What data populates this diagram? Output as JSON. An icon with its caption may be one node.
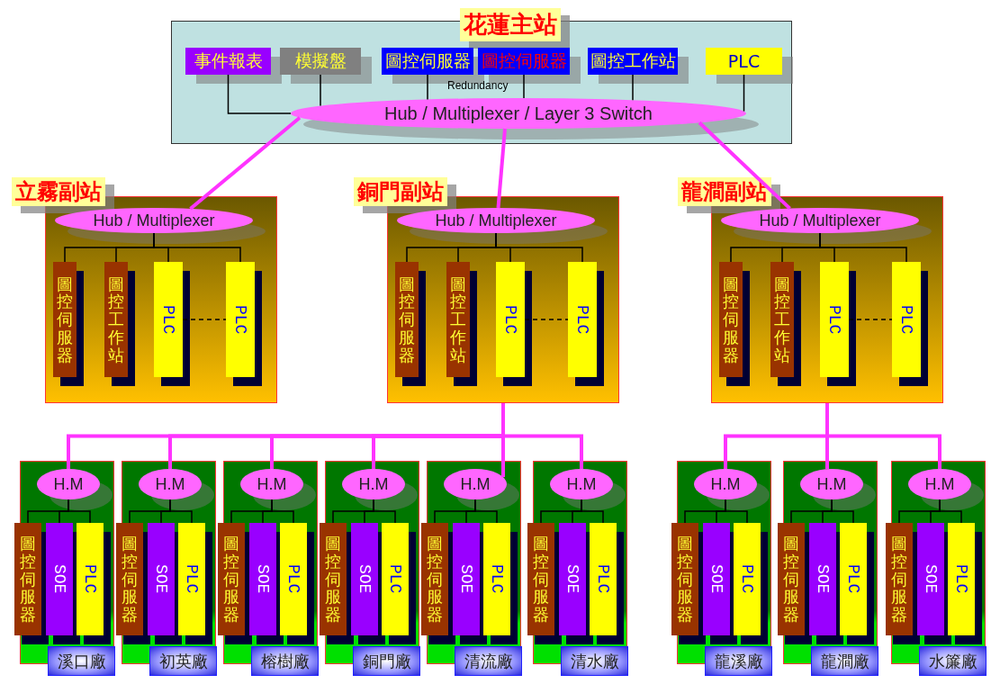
{
  "diagram": {
    "nodes": [
      {
        "text": [
          "花蓮主站"
        ]
      },
      {
        "text": [
          "事件報表"
        ],
        "in": 0
      },
      {
        "text": [
          "模擬盤"
        ],
        "in": 0
      },
      {
        "text": [
          "圖控伺服器"
        ],
        "in": 0
      },
      {
        "text": [
          "圖控伺服器"
        ],
        "in": 0
      },
      {
        "text": [
          "圖控工作站"
        ],
        "in": 0
      },
      {
        "text": [
          "PLC"
        ],
        "in": 0
      },
      {
        "text": [
          "Hub / Multiplexer / Layer 3 Switch"
        ],
        "in": 0
      },
      {
        "text": [
          "立霧副站"
        ]
      },
      {
        "text": [
          "Hub / Multiplexer"
        ],
        "in": 8
      },
      {
        "text": [
          "圖控伺服器"
        ],
        "in": 8
      },
      {
        "text": [
          "圖控工作站"
        ],
        "in": 8
      },
      {
        "text": [
          "PLC"
        ],
        "in": 8
      },
      {
        "text": [
          "PLC"
        ],
        "in": 8
      },
      {
        "text": [
          "銅門副站"
        ]
      },
      {
        "text": [
          "Hub / Multiplexer"
        ],
        "in": 14
      },
      {
        "text": [
          "圖控伺服器"
        ],
        "in": 14
      },
      {
        "text": [
          "圖控工作站"
        ],
        "in": 14
      },
      {
        "text": [
          "PLC"
        ],
        "in": 14
      },
      {
        "text": [
          "PLC"
        ],
        "in": 14
      },
      {
        "text": [
          "龍澗副站"
        ]
      },
      {
        "text": [
          "Hub / Multiplexer"
        ],
        "in": 20
      },
      {
        "text": [
          "圖控伺服器"
        ],
        "in": 20
      },
      {
        "text": [
          "圖控工作站"
        ],
        "in": 20
      },
      {
        "text": [
          "PLC"
        ],
        "in": 20
      },
      {
        "text": [
          "PLC"
        ],
        "in": 20
      },
      {
        "text": [
          "溪口廠"
        ]
      },
      {
        "text": [
          "H.M"
        ],
        "in": 26
      },
      {
        "text": [
          "圖控伺服器"
        ],
        "in": 26
      },
      {
        "text": [
          "SOE"
        ],
        "in": 26
      },
      {
        "text": [
          "PLC"
        ],
        "in": 26
      },
      {
        "text": [
          "初英廠"
        ]
      },
      {
        "text": [
          "H.M"
        ],
        "in": 31
      },
      {
        "text": [
          "圖控伺服器"
        ],
        "in": 31
      },
      {
        "text": [
          "SOE"
        ],
        "in": 31
      },
      {
        "text": [
          "PLC"
        ],
        "in": 31
      },
      {
        "text": [
          "榕樹廠"
        ]
      },
      {
        "text": [
          "H.M"
        ],
        "in": 36
      },
      {
        "text": [
          "圖控伺服器"
        ],
        "in": 36
      },
      {
        "text": [
          "SOE"
        ],
        "in": 36
      },
      {
        "text": [
          "PLC"
        ],
        "in": 36
      },
      {
        "text": [
          "銅門廠"
        ]
      },
      {
        "text": [
          "H.M"
        ],
        "in": 41
      },
      {
        "text": [
          "圖控伺服器"
        ],
        "in": 41
      },
      {
        "text": [
          "SOE"
        ],
        "in": 41
      },
      {
        "text": [
          "PLC"
        ],
        "in": 41
      },
      {
        "text": [
          "清流廠"
        ]
      },
      {
        "text": [
          "H.M"
        ],
        "in": 46
      },
      {
        "text": [
          "圖控伺服器"
        ],
        "in": 46
      },
      {
        "text": [
          "SOE"
        ],
        "in": 46
      },
      {
        "text": [
          "PLC"
        ],
        "in": 46
      },
      {
        "text": [
          "清水廠"
        ]
      },
      {
        "text": [
          "H.M"
        ],
        "in": 51
      },
      {
        "text": [
          "圖控伺服器"
        ],
        "in": 51
      },
      {
        "text": [
          "SOE"
        ],
        "in": 51
      },
      {
        "text": [
          "PLC"
        ],
        "in": 51
      },
      {
        "text": [
          "龍溪廠"
        ]
      },
      {
        "text": [
          "H.M"
        ],
        "in": 56
      },
      {
        "text": [
          "圖控伺服器"
        ],
        "in": 56
      },
      {
        "text": [
          "SOE"
        ],
        "in": 56
      },
      {
        "text": [
          "PLC"
        ],
        "in": 56
      },
      {
        "text": [
          "龍澗廠"
        ]
      },
      {
        "text": [
          "H.M"
        ],
        "in": 61
      },
      {
        "text": [
          "圖控伺服器"
        ],
        "in": 61
      },
      {
        "text": [
          "SOE"
        ],
        "in": 61
      },
      {
        "text": [
          "PLC"
        ],
        "in": 61
      },
      {
        "text": [
          "水簾廠"
        ]
      },
      {
        "text": [
          "H.M"
        ],
        "in": 66
      },
      {
        "text": [
          "圖控伺服器"
        ],
        "in": 66
      },
      {
        "text": [
          "SOE"
        ],
        "in": 66
      },
      {
        "text": [
          "PLC"
        ],
        "in": 66
      }
    ],
    "edges": [
      {
        "from": 1,
        "to": 7,
        "arrow": "none"
      },
      {
        "from": 2,
        "to": 7,
        "arrow": "none"
      },
      {
        "from": 3,
        "to": 7,
        "arrow": "none"
      },
      {
        "from": 4,
        "to": 7,
        "arrow": "none"
      },
      {
        "from": 5,
        "to": 7,
        "arrow": "none"
      },
      {
        "from": 6,
        "to": 7,
        "arrow": "none"
      },
      {
        "from": 7,
        "to": 9,
        "arrow": "none",
        "style": "thick",
        "color": "#ff33ff"
      },
      {
        "from": 7,
        "to": 15,
        "arrow": "none",
        "style": "thick",
        "color": "#ff33ff"
      },
      {
        "from": 7,
        "to": 21,
        "arrow": "none",
        "style": "thick",
        "color": "#ff33ff"
      },
      {
        "from": 9,
        "to": 10,
        "arrow": "none"
      },
      {
        "from": 9,
        "to": 11,
        "arrow": "none"
      },
      {
        "from": 9,
        "to": 12,
        "arrow": "none"
      },
      {
        "from": 9,
        "to": 13,
        "arrow": "none"
      },
      {
        "from": 12,
        "to": 13,
        "arrow": "none",
        "style": "dashed"
      },
      {
        "from": 15,
        "to": 16,
        "arrow": "none"
      },
      {
        "from": 15,
        "to": 17,
        "arrow": "none"
      },
      {
        "from": 15,
        "to": 18,
        "arrow": "none"
      },
      {
        "from": 15,
        "to": 19,
        "arrow": "none"
      },
      {
        "from": 18,
        "to": 19,
        "arrow": "none",
        "style": "dashed"
      },
      {
        "from": 21,
        "to": 22,
        "arrow": "none"
      },
      {
        "from": 21,
        "to": 23,
        "arrow": "none"
      },
      {
        "from": 21,
        "to": 24,
        "arrow": "none"
      },
      {
        "from": 21,
        "to": 25,
        "arrow": "none"
      },
      {
        "from": 24,
        "to": 25,
        "arrow": "none",
        "style": "dashed"
      },
      {
        "from": 14,
        "to": 27,
        "arrow": "none",
        "style": "thick",
        "color": "#ff33ff"
      },
      {
        "from": 14,
        "to": 32,
        "arrow": "none",
        "style": "thick",
        "color": "#ff33ff"
      },
      {
        "from": 14,
        "to": 37,
        "arrow": "none",
        "style": "thick",
        "color": "#ff33ff"
      },
      {
        "from": 14,
        "to": 42,
        "arrow": "none",
        "style": "thick",
        "color": "#ff33ff"
      },
      {
        "from": 14,
        "to": 47,
        "arrow": "none",
        "style": "thick",
        "color": "#ff33ff"
      },
      {
        "from": 14,
        "to": 52,
        "arrow": "none",
        "style": "thick",
        "color": "#ff33ff"
      },
      {
        "from": 20,
        "to": 57,
        "arrow": "none",
        "style": "thick",
        "color": "#ff33ff"
      },
      {
        "from": 20,
        "to": 62,
        "arrow": "none",
        "style": "thick",
        "color": "#ff33ff"
      },
      {
        "from": 20,
        "to": 67,
        "arrow": "none",
        "style": "thick",
        "color": "#ff33ff"
      },
      {
        "from": 27,
        "to": 28,
        "arrow": "none"
      },
      {
        "from": 27,
        "to": 29,
        "arrow": "none"
      },
      {
        "from": 27,
        "to": 30,
        "arrow": "none"
      },
      {
        "from": 32,
        "to": 33,
        "arrow": "none"
      },
      {
        "from": 32,
        "to": 34,
        "arrow": "none"
      },
      {
        "from": 32,
        "to": 35,
        "arrow": "none"
      },
      {
        "from": 37,
        "to": 38,
        "arrow": "none"
      },
      {
        "from": 37,
        "to": 39,
        "arrow": "none"
      },
      {
        "from": 37,
        "to": 40,
        "arrow": "none"
      },
      {
        "from": 42,
        "to": 43,
        "arrow": "none"
      },
      {
        "from": 42,
        "to": 44,
        "arrow": "none"
      },
      {
        "from": 42,
        "to": 45,
        "arrow": "none"
      },
      {
        "from": 47,
        "to": 48,
        "arrow": "none"
      },
      {
        "from": 47,
        "to": 49,
        "arrow": "none"
      },
      {
        "from": 47,
        "to": 50,
        "arrow": "none"
      },
      {
        "from": 52,
        "to": 53,
        "arrow": "none"
      },
      {
        "from": 52,
        "to": 54,
        "arrow": "none"
      },
      {
        "from": 52,
        "to": 55,
        "arrow": "none"
      },
      {
        "from": 57,
        "to": 58,
        "arrow": "none"
      },
      {
        "from": 57,
        "to": 59,
        "arrow": "none"
      },
      {
        "from": 57,
        "to": 60,
        "arrow": "none"
      },
      {
        "from": 62,
        "to": 63,
        "arrow": "none"
      },
      {
        "from": 62,
        "to": 64,
        "arrow": "none"
      },
      {
        "from": 62,
        "to": 65,
        "arrow": "none"
      },
      {
        "from": 67,
        "to": 68,
        "arrow": "none"
      },
      {
        "from": 67,
        "to": 69,
        "arrow": "none"
      },
      {
        "from": 67,
        "to": 70,
        "arrow": "none"
      }
    ],
    "labels": [
      "Redundancy"
    ]
  }
}
